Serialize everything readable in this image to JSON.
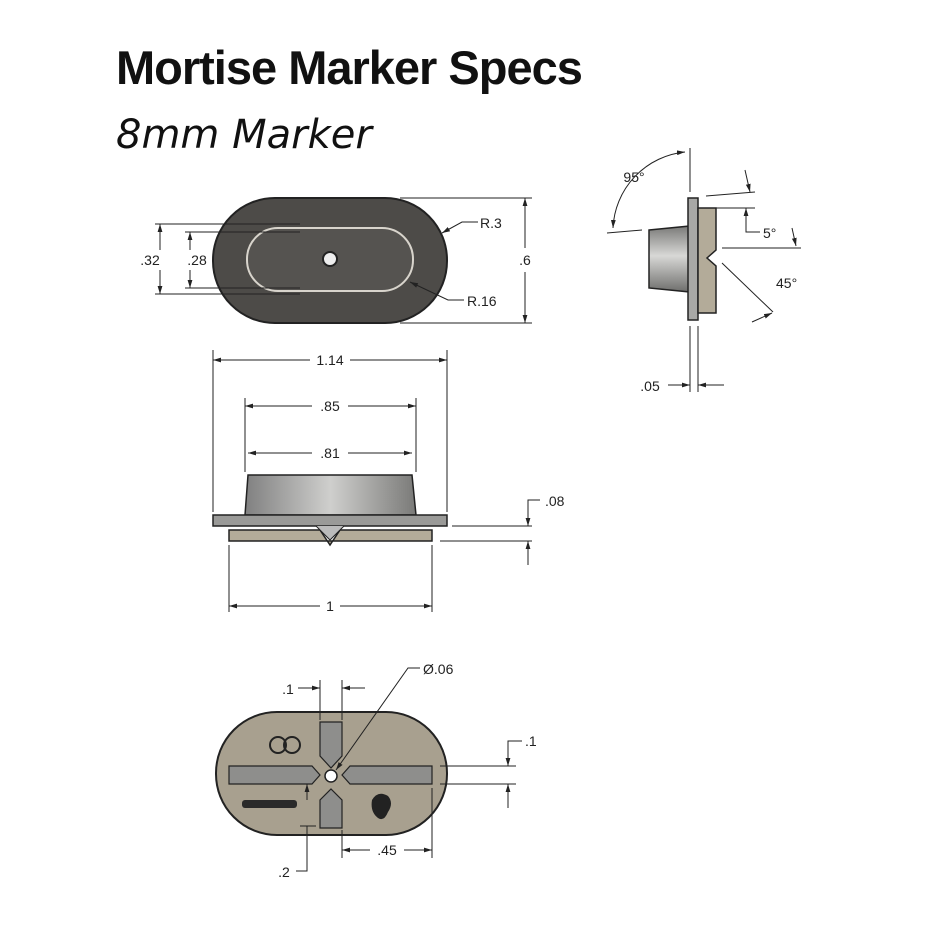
{
  "header": {
    "title": "Mortise Marker Specs",
    "subtitle": "8mm Marker"
  },
  "top_view": {
    "dims": {
      "outer_height": ".32",
      "inner_height": ".28",
      "total_height": ".6",
      "outer_radius": "R.3",
      "inner_radius": "R.16"
    }
  },
  "front_view": {
    "dims": {
      "flange_width": "1.14",
      "body_base_width": ".85",
      "body_top_width": ".81",
      "flange_thickness": ".08",
      "plate_width": "1"
    }
  },
  "side_view": {
    "dims": {
      "taper_angle": "95°",
      "plate_angle": "5°",
      "notch_angle": "45°",
      "flange_thickness": ".05"
    }
  },
  "bottom_view": {
    "dims": {
      "bar_width": ".1",
      "hole_diameter": "Ø.06",
      "bar_height": ".1",
      "bar_offset": ".2",
      "bar_length": ".45"
    },
    "logos": [
      "infinity-logo",
      "brand-wordmark",
      "lion-head-logo"
    ]
  },
  "colors": {
    "body_dark": "#4d4b48",
    "tan": "#a8a08f",
    "bar_gray": "#8e8e8c",
    "metal": "#9a9a98"
  }
}
